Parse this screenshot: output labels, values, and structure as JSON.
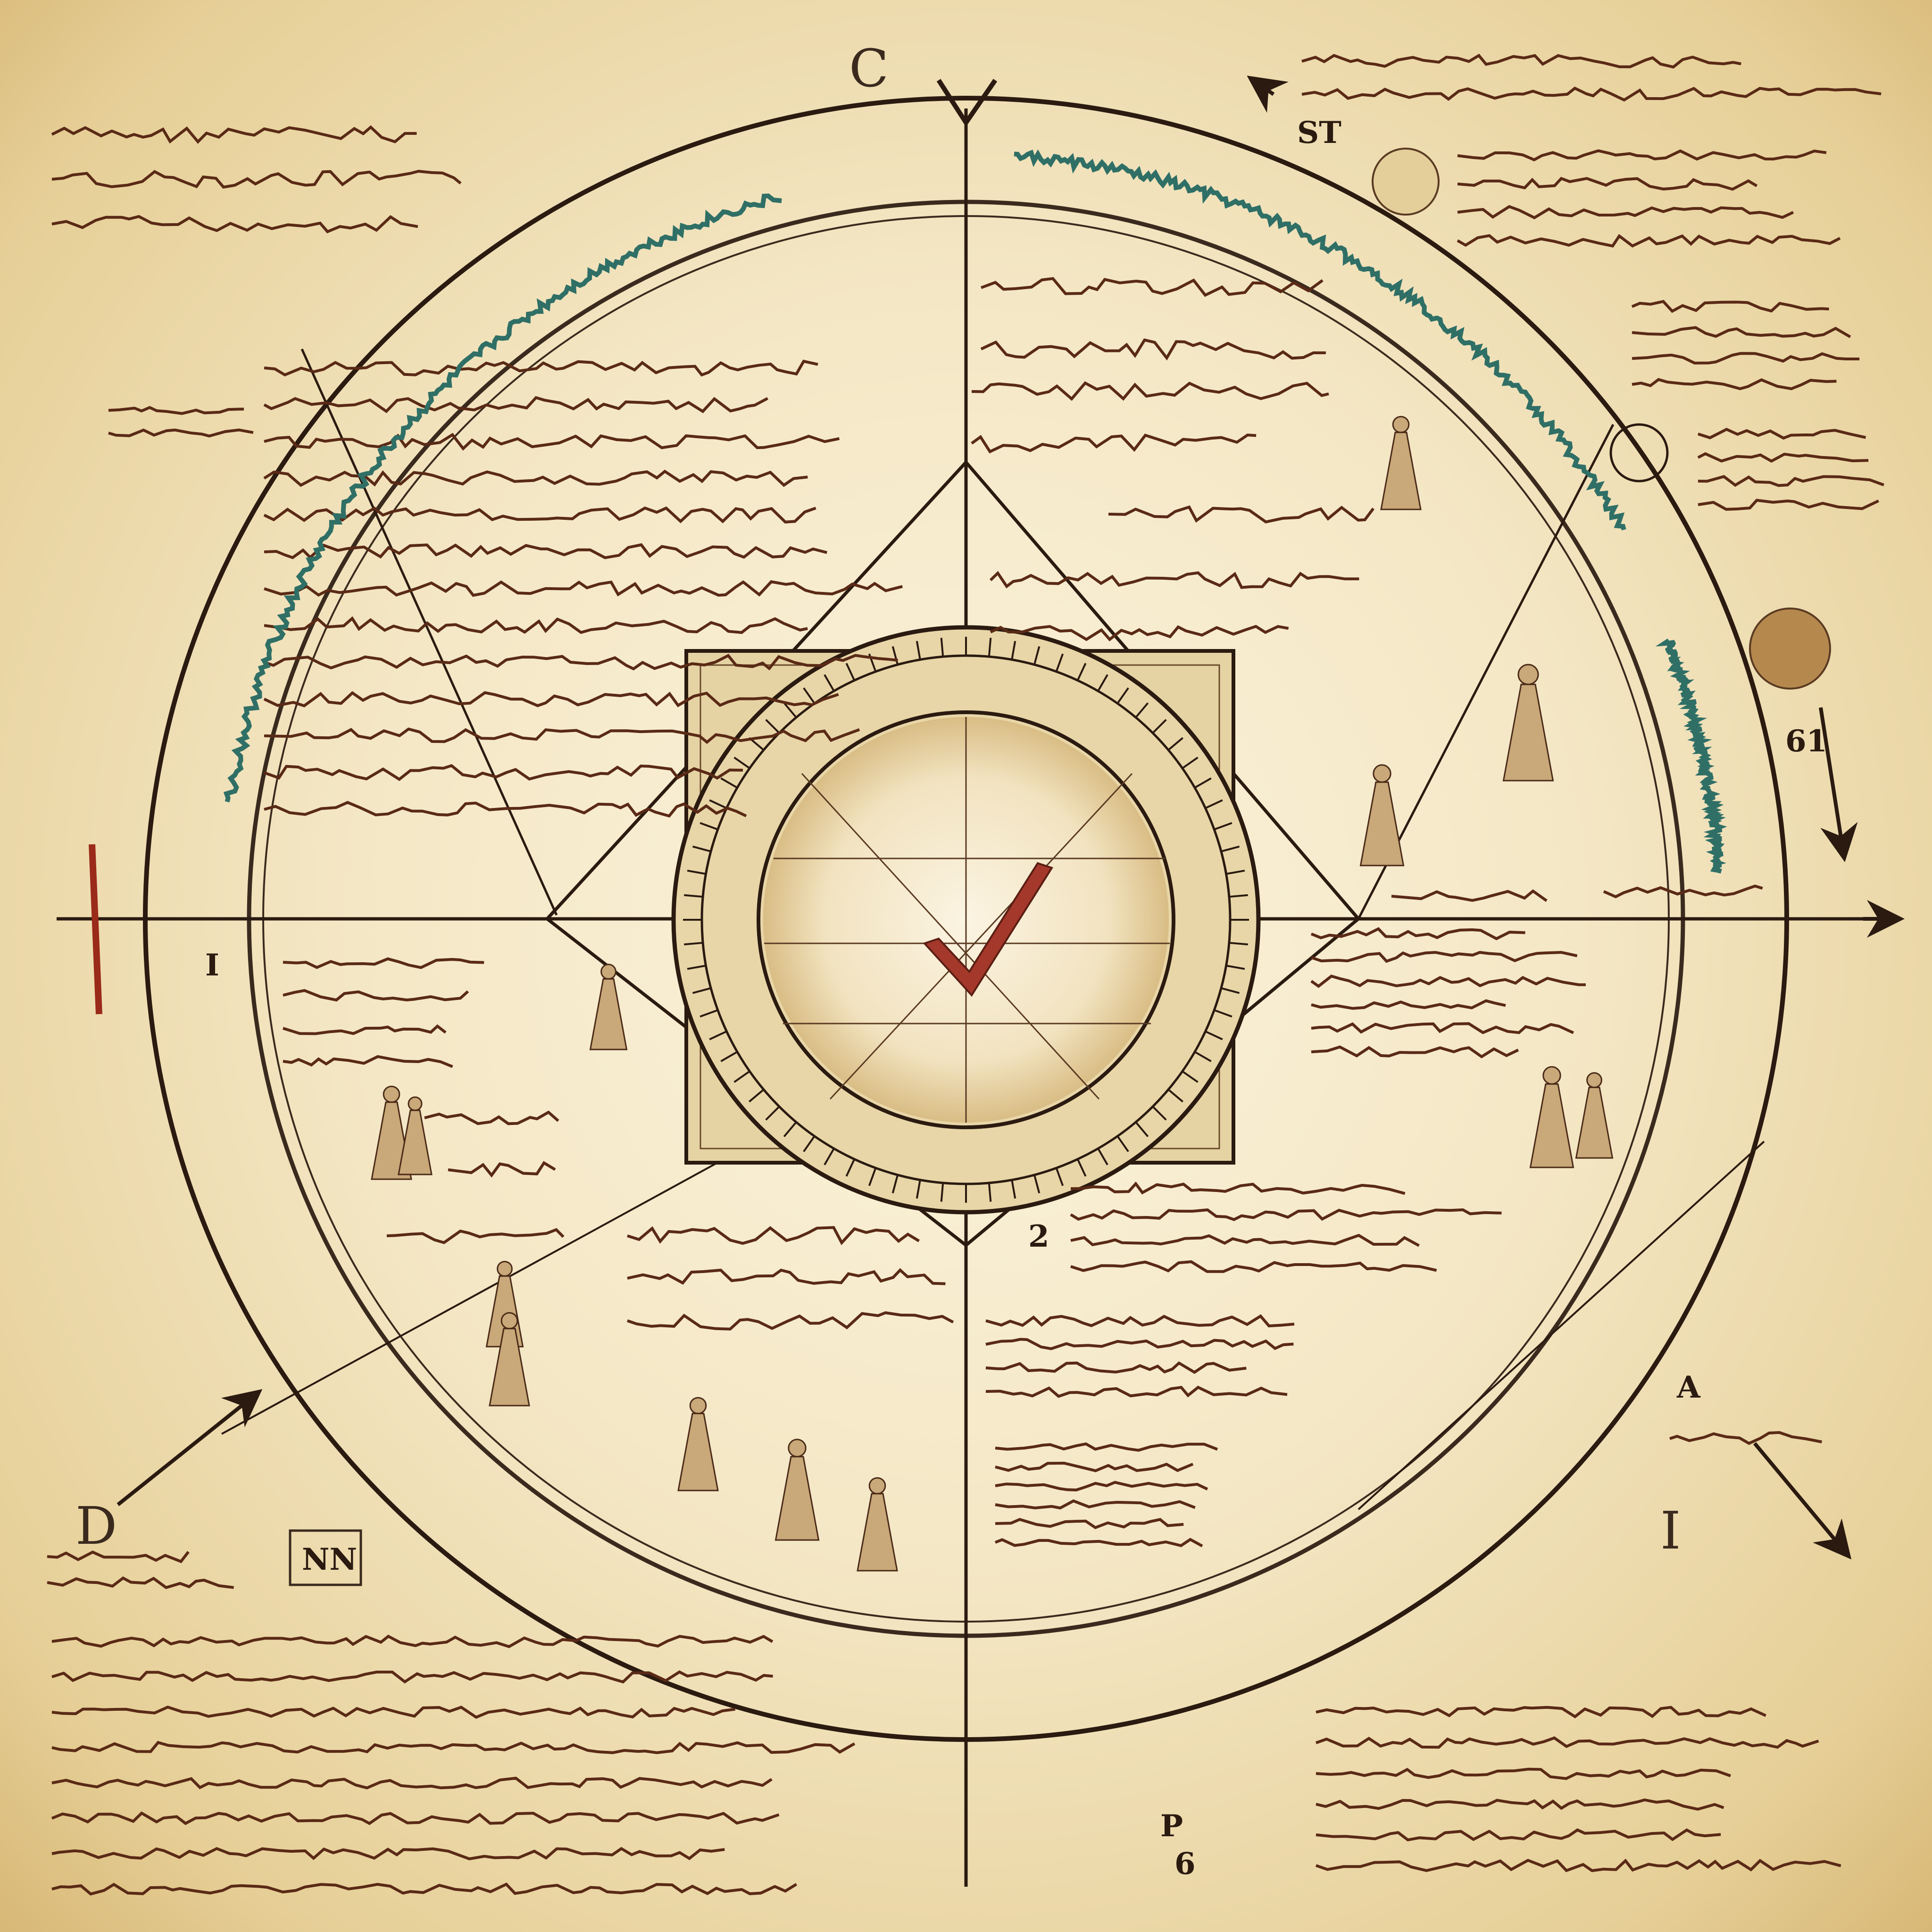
{
  "marks": {
    "top_letter": "C",
    "top_right_code": "ST",
    "right_mid_code": "61",
    "bottom_left_letter": "D",
    "bottom_right_letter": "I",
    "box_label": "NN",
    "center_left_number": "2",
    "left_numeral": "I",
    "lower_right_num_a": "P",
    "lower_right_num_b": "6",
    "right_lower_a": "A"
  },
  "colors": {
    "parchment": "#f3e6c4",
    "ink": "#2a1a10",
    "sepia_text": "#7a2b12",
    "teal_text": "#2f6f66",
    "red_accent": "#9a2a1a"
  },
  "icons": [
    "compass-rose-icon",
    "arrow-icon",
    "medallion-icon",
    "figure-sketch-icon"
  ]
}
